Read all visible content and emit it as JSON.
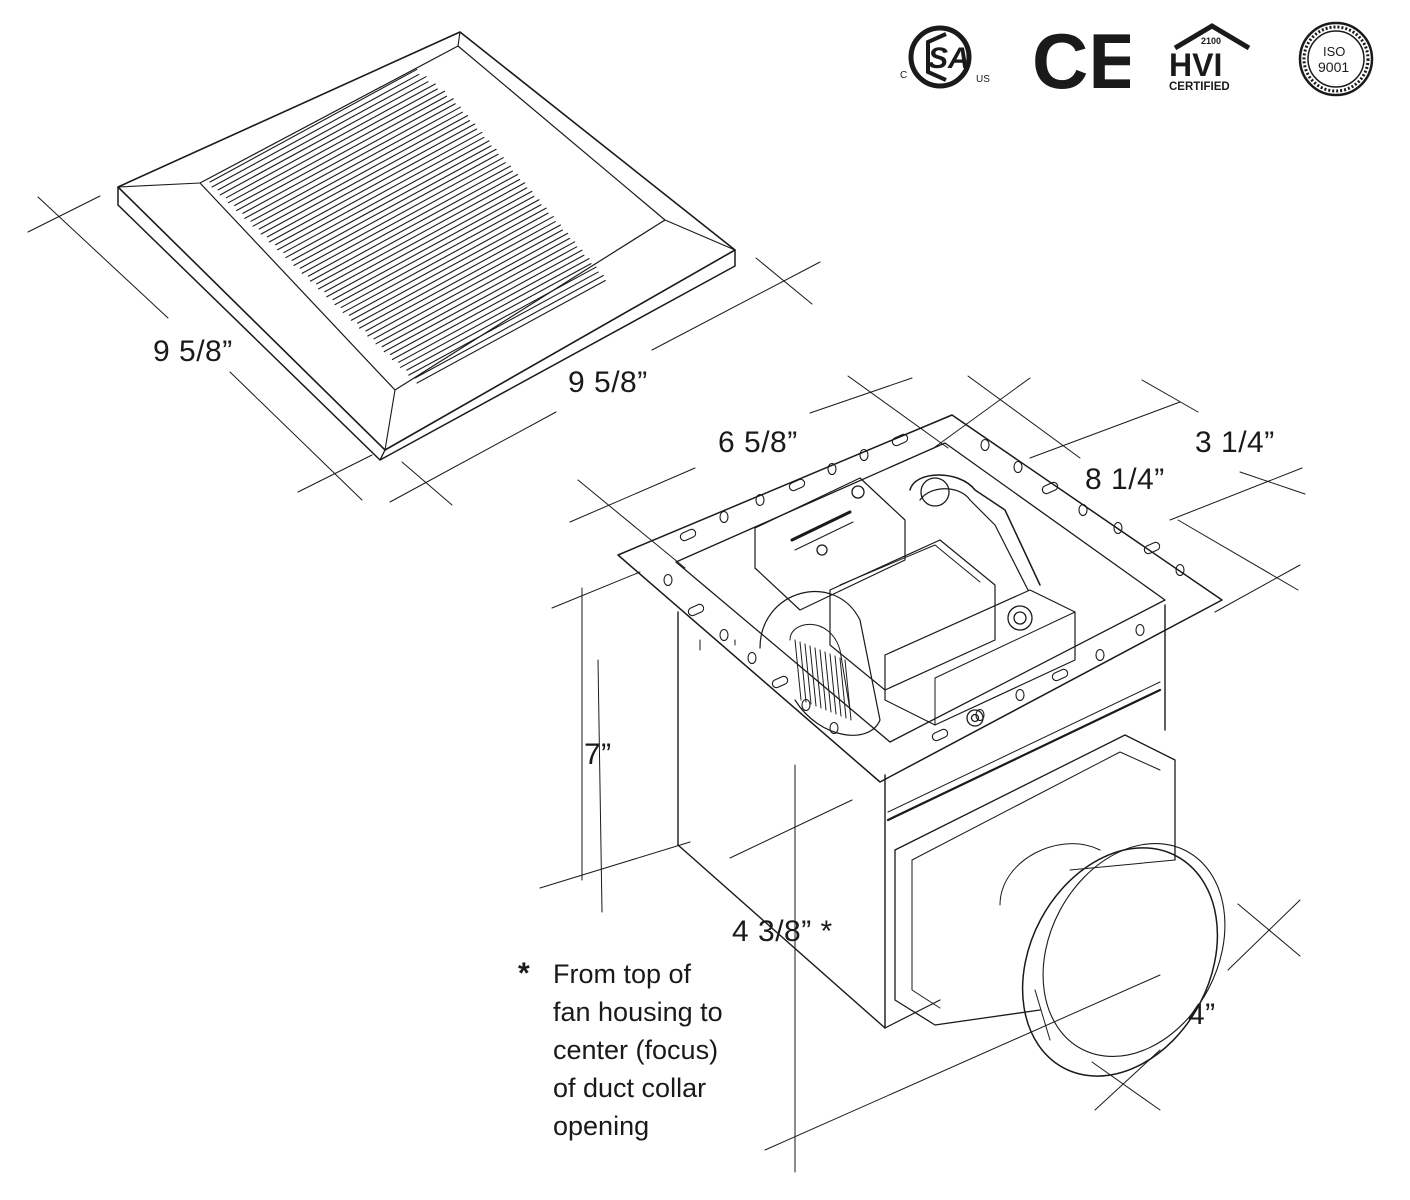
{
  "certifications": {
    "csa": {
      "sub_left": "C",
      "sub_right": "US"
    },
    "ce": {
      "label": "CE"
    },
    "hvi": {
      "number": "2100",
      "label": "HVI",
      "sub": "CERTIFIED"
    },
    "iso": {
      "label": "ISO",
      "number": "9001"
    }
  },
  "dimensions": {
    "grille_depth": "9 5/8”",
    "grille_width": "9 5/8”",
    "housing_width": "6 5/8”",
    "housing_length": "8 1/4”",
    "collar_projection": "3 1/4”",
    "housing_height": "7”",
    "collar_center": "4 3/8” *",
    "duct_diameter": "4”"
  },
  "footnote": {
    "marker": "*",
    "lines": [
      "From top of",
      "fan housing to",
      "center (focus)",
      "of duct collar",
      "opening"
    ]
  }
}
